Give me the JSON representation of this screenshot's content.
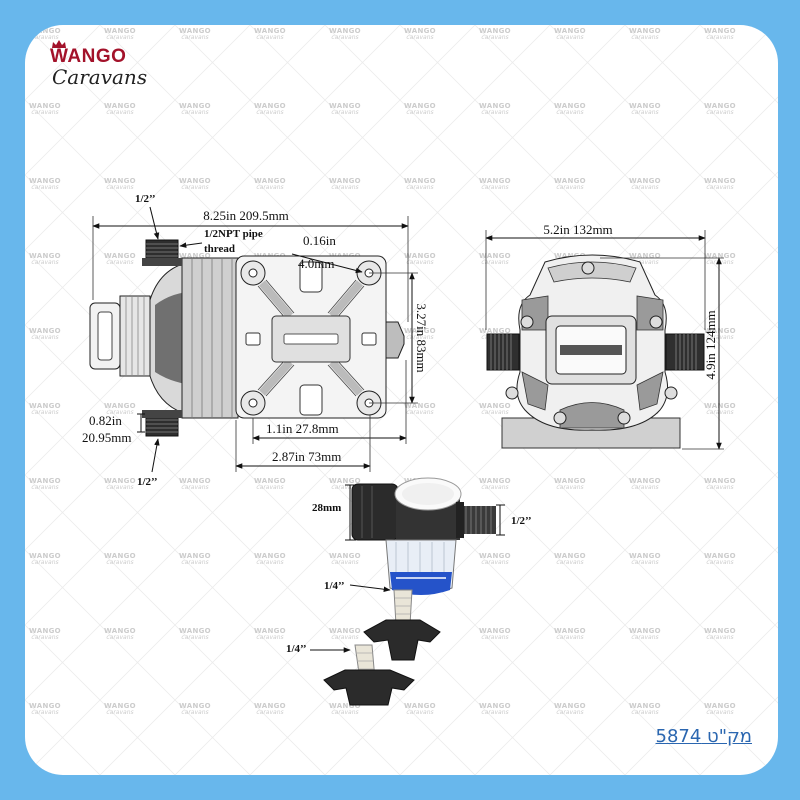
{
  "brand": {
    "logo_top": "WANGO",
    "logo_bottom": "Caravans"
  },
  "watermark": {
    "line1": "WANGO",
    "line2": "caravans"
  },
  "side_view": {
    "fitting_top_label": "1/2’’",
    "length_label": "8.25in 209.5mm",
    "thread_label_line1": "1/2NPT pipe",
    "thread_label_line2": "thread",
    "hole_label_in": "0.16in",
    "hole_label_mm": "4.0mm",
    "height_label": "3.27in 83mm",
    "offset_label_in": "0.82in",
    "offset_label_mm": "20.95mm",
    "fitting_bottom_label": "1/2’’",
    "spacing_label": "1.1in 27.8mm",
    "plate_label": "2.87in 73mm"
  },
  "front_view": {
    "width_label": "5.2in 132mm",
    "height_label": "4.9in 124mm"
  },
  "filter": {
    "height_label": "28mm",
    "port_label": "1/2’’",
    "adapter_upper_label": "1/4’’",
    "adapter_lower_label": "1/4’’"
  },
  "sku": {
    "label": "מק\"ט 5874"
  },
  "colors": {
    "frame": "#68b7ec",
    "panel": "#ffffff",
    "logo_red": "#a3122a",
    "sku_blue": "#2a66b0",
    "filter_ring_blue": "#2553c9"
  }
}
